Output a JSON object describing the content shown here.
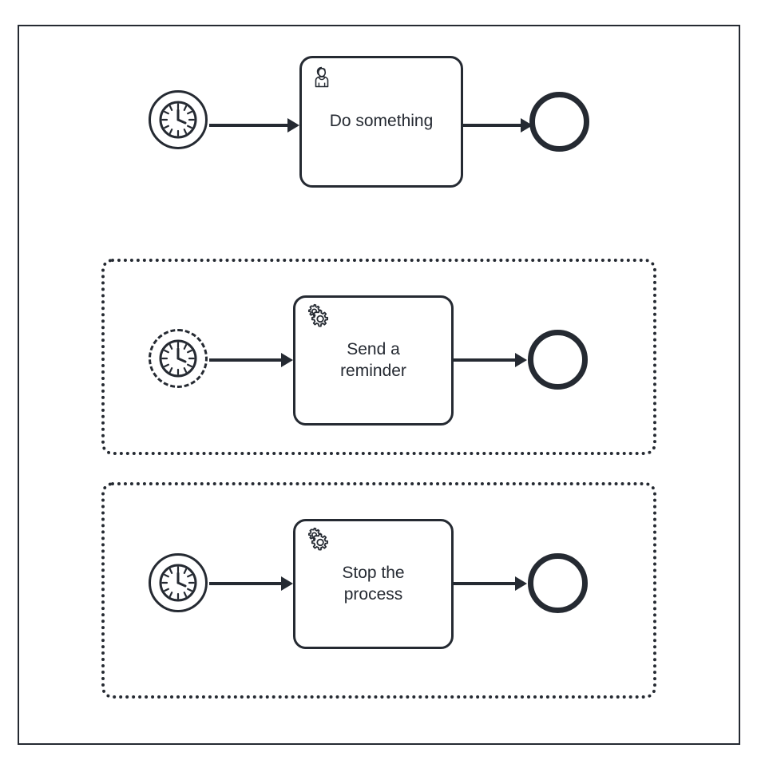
{
  "diagram": {
    "type": "bpmn-process",
    "title": "BPMN Process Diagram",
    "colors": {
      "stroke": "#252a32",
      "fill": "#ffffff",
      "text": "#252a32"
    }
  },
  "pool": {
    "label": "",
    "lane_header_label": ""
  },
  "rows": [
    {
      "id": "row-1",
      "grouped": false,
      "start_event": {
        "name": "timer-start-event",
        "kind": "timer-start",
        "interrupting": true,
        "label": ""
      },
      "task": {
        "name": "task-do-something",
        "kind": "user-task",
        "icon": "user-icon",
        "label": "Do something"
      },
      "end_event": {
        "name": "end-event",
        "kind": "none-end",
        "label": ""
      },
      "flows": [
        {
          "name": "flow-start-to-task",
          "label": ""
        },
        {
          "name": "flow-task-to-end",
          "label": ""
        }
      ]
    },
    {
      "id": "row-2",
      "grouped": true,
      "group_label": "",
      "start_event": {
        "name": "timer-start-event-noninterrupting",
        "kind": "timer-start",
        "interrupting": false,
        "label": ""
      },
      "task": {
        "name": "task-send-a-reminder",
        "kind": "service-task",
        "icon": "gear-icon",
        "label": "Send a\nreminder"
      },
      "end_event": {
        "name": "end-event",
        "kind": "none-end",
        "label": ""
      },
      "flows": [
        {
          "name": "flow-start-to-task",
          "label": ""
        },
        {
          "name": "flow-task-to-end",
          "label": ""
        }
      ]
    },
    {
      "id": "row-3",
      "grouped": true,
      "group_label": "",
      "start_event": {
        "name": "timer-start-event",
        "kind": "timer-start",
        "interrupting": true,
        "label": ""
      },
      "task": {
        "name": "task-stop-the-process",
        "kind": "service-task",
        "icon": "gear-icon",
        "label": "Stop the\nprocess"
      },
      "end_event": {
        "name": "end-event",
        "kind": "none-end",
        "label": ""
      },
      "flows": [
        {
          "name": "flow-start-to-task",
          "label": ""
        },
        {
          "name": "flow-task-to-end",
          "label": ""
        }
      ]
    }
  ]
}
